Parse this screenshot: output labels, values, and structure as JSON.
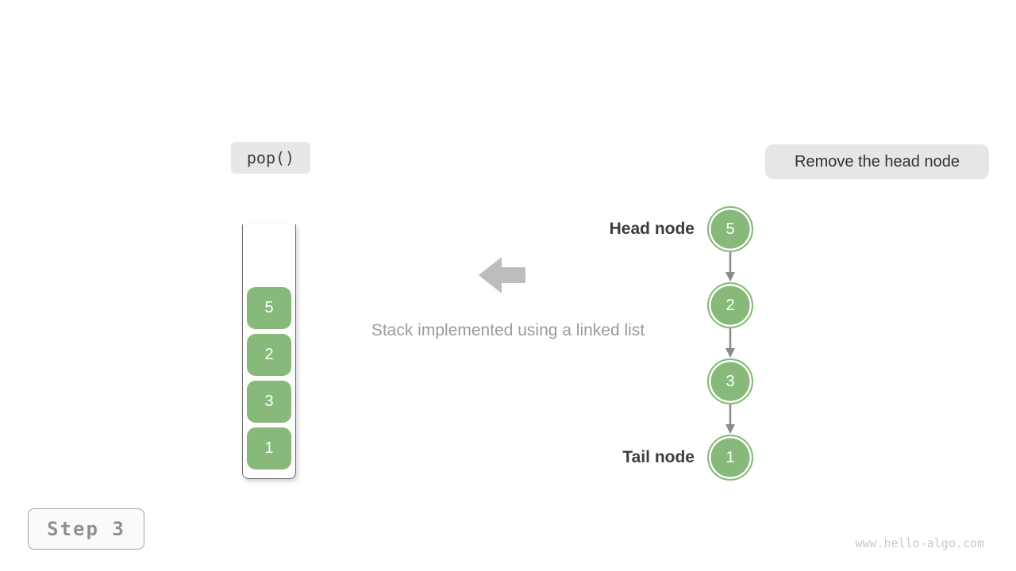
{
  "operation_label": "pop()",
  "action_label": "Remove the head node",
  "caption": "Stack implemented using a linked list",
  "step_label": "Step 3",
  "watermark": "www.hello-algo.com",
  "stack": {
    "values_top_to_bottom": [
      "5",
      "2",
      "3",
      "1"
    ]
  },
  "linked_list": {
    "head_label": "Head node",
    "tail_label": "Tail node",
    "nodes_head_to_tail": [
      "5",
      "2",
      "3",
      "1"
    ]
  },
  "colors": {
    "node_green": "#86b97a",
    "label_bg_gray": "#e6e6e6",
    "big_arrow_gray": "#bdbdbd",
    "link_arrow_gray": "#8a8a8a",
    "label_text_dark": "#3c3c3c",
    "caption_gray": "#9b9b9b",
    "step_text_gray": "#8f8f8f",
    "watermark_gray": "#c9c9c9"
  },
  "icons": {
    "big_arrow": "left-arrow-icon",
    "link_arrow": "down-arrow-icon"
  }
}
